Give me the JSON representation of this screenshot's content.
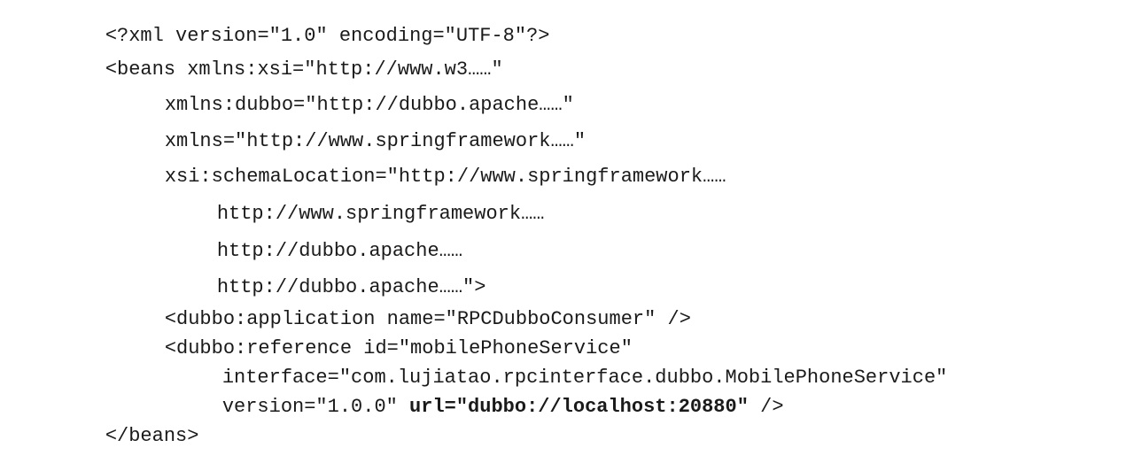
{
  "code_lines": [
    {
      "segments": [
        {
          "text": "<?xml version=\"1.0\" encoding=\"UTF-8\"?>"
        }
      ]
    },
    {
      "segments": [
        {
          "text": "<beans xmlns:xsi=\"http://www.w3……\""
        }
      ]
    },
    {
      "segments": [
        {
          "text": "xmlns:dubbo=\"http://dubbo.apache……\""
        }
      ]
    },
    {
      "segments": [
        {
          "text": "xmlns=\"http://www.springframework……\""
        }
      ]
    },
    {
      "segments": [
        {
          "text": "xsi:schemaLocation=\"http://www.springframework……"
        }
      ]
    },
    {
      "segments": [
        {
          "text": "http://www.springframework……"
        }
      ]
    },
    {
      "segments": [
        {
          "text": "http://dubbo.apache……"
        }
      ]
    },
    {
      "segments": [
        {
          "text": "http://dubbo.apache……\">"
        }
      ]
    },
    {
      "segments": [
        {
          "text": "<dubbo:application name=\"RPCDubboConsumer\" />"
        }
      ]
    },
    {
      "segments": [
        {
          "text": "<dubbo:reference id=\"mobilePhoneService\""
        }
      ]
    },
    {
      "segments": [
        {
          "text": "interface=\"com.lujiatao.rpcinterface.dubbo.MobilePhoneService\""
        }
      ]
    },
    {
      "segments": [
        {
          "text": "version=\"1.0.0\" "
        },
        {
          "text": "url=\"dubbo://localhost:20880\"",
          "bold": true
        },
        {
          "text": " />"
        }
      ]
    },
    {
      "segments": [
        {
          "text": "</beans>"
        }
      ]
    }
  ]
}
